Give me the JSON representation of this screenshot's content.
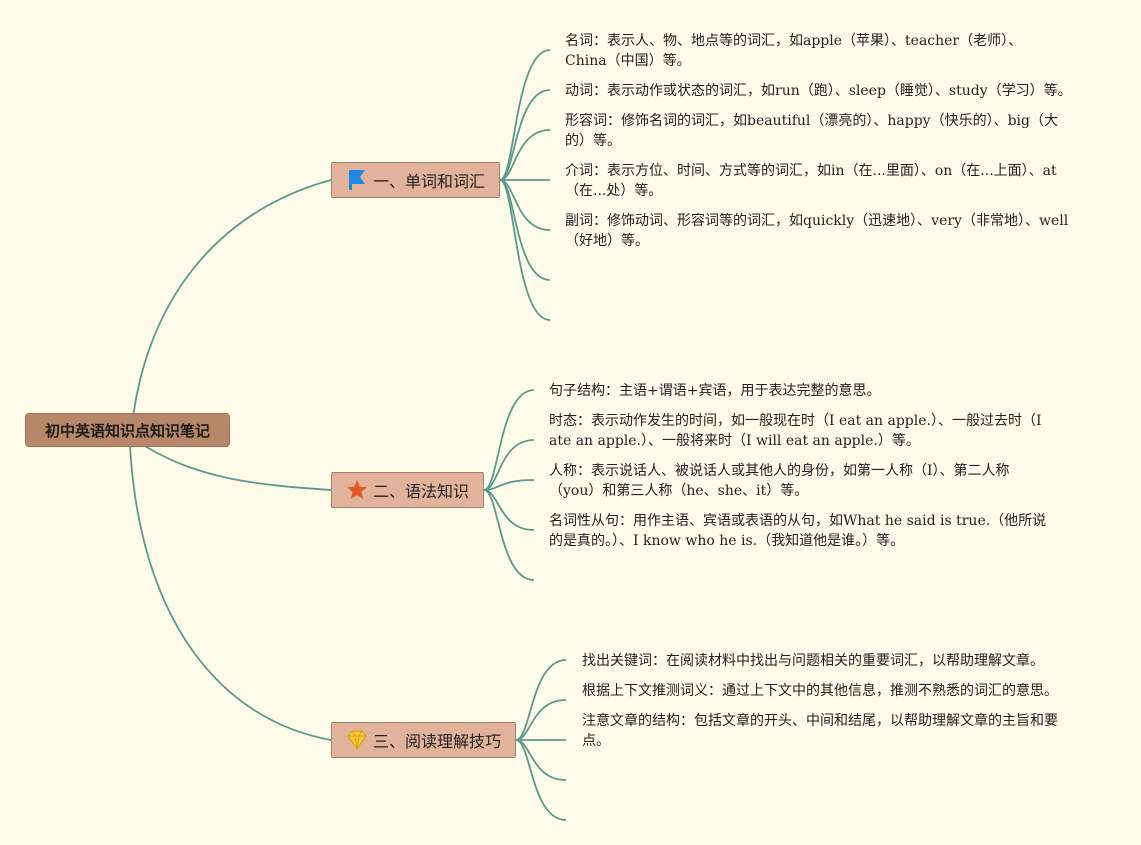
{
  "root": {
    "title": "初中英语知识点知识笔记"
  },
  "branches": [
    {
      "label": "一、单词和词汇",
      "icon": "blue-flag-icon",
      "items": [
        "名词：表示人、物、地点等的词汇，如apple（苹果）、teacher（老师）、China（中国）等。",
        "动词：表示动作或状态的词汇，如run（跑）、sleep（睡觉）、study（学习）等。",
        "形容词：修饰名词的词汇，如beautiful（漂亮的）、happy（快乐的）、big（大的）等。",
        "介词：表示方位、时间、方式等的词汇，如in（在...里面）、on（在...上面）、at（在...处）等。",
        "副词：修饰动词、形容词等的词汇，如quickly（迅速地）、very（非常地）、well（好地）等。",
        "",
        ""
      ]
    },
    {
      "label": "二、语法知识",
      "icon": "orange-star-icon",
      "items": [
        "句子结构：主语+谓语+宾语，用于表达完整的意思。",
        "时态：表示动作发生的时间，如一般现在时（I eat an apple.）、一般过去时（I ate an apple.）、一般将来时（I will eat an apple.）等。",
        "人称：表示说话人、被说话人或其他人的身份，如第一人称（I）、第二人称（you）和第三人称（he、she、it）等。",
        "名词性从句：用作主语、宾语或表语的从句，如What he said is true.（他所说的是真的。）、I know who he is.（我知道他是谁。）等。",
        ""
      ]
    },
    {
      "label": "三、阅读理解技巧",
      "icon": "yellow-diamond-icon",
      "items": [
        "找出关键词：在阅读材料中找出与问题相关的重要词汇，以帮助理解文章。",
        "根据上下文推测词义：通过上下文中的其他信息，推测不熟悉的词汇的意思。",
        "注意文章的结构：包括文章的开头、中间和结尾，以帮助理解文章的主旨和要点。",
        "",
        ""
      ]
    }
  ],
  "colors": {
    "line": "#5a9a8c",
    "background": "#fffbeb",
    "root_fill": "#b7876a",
    "topic_fill": "#e2b39a"
  }
}
